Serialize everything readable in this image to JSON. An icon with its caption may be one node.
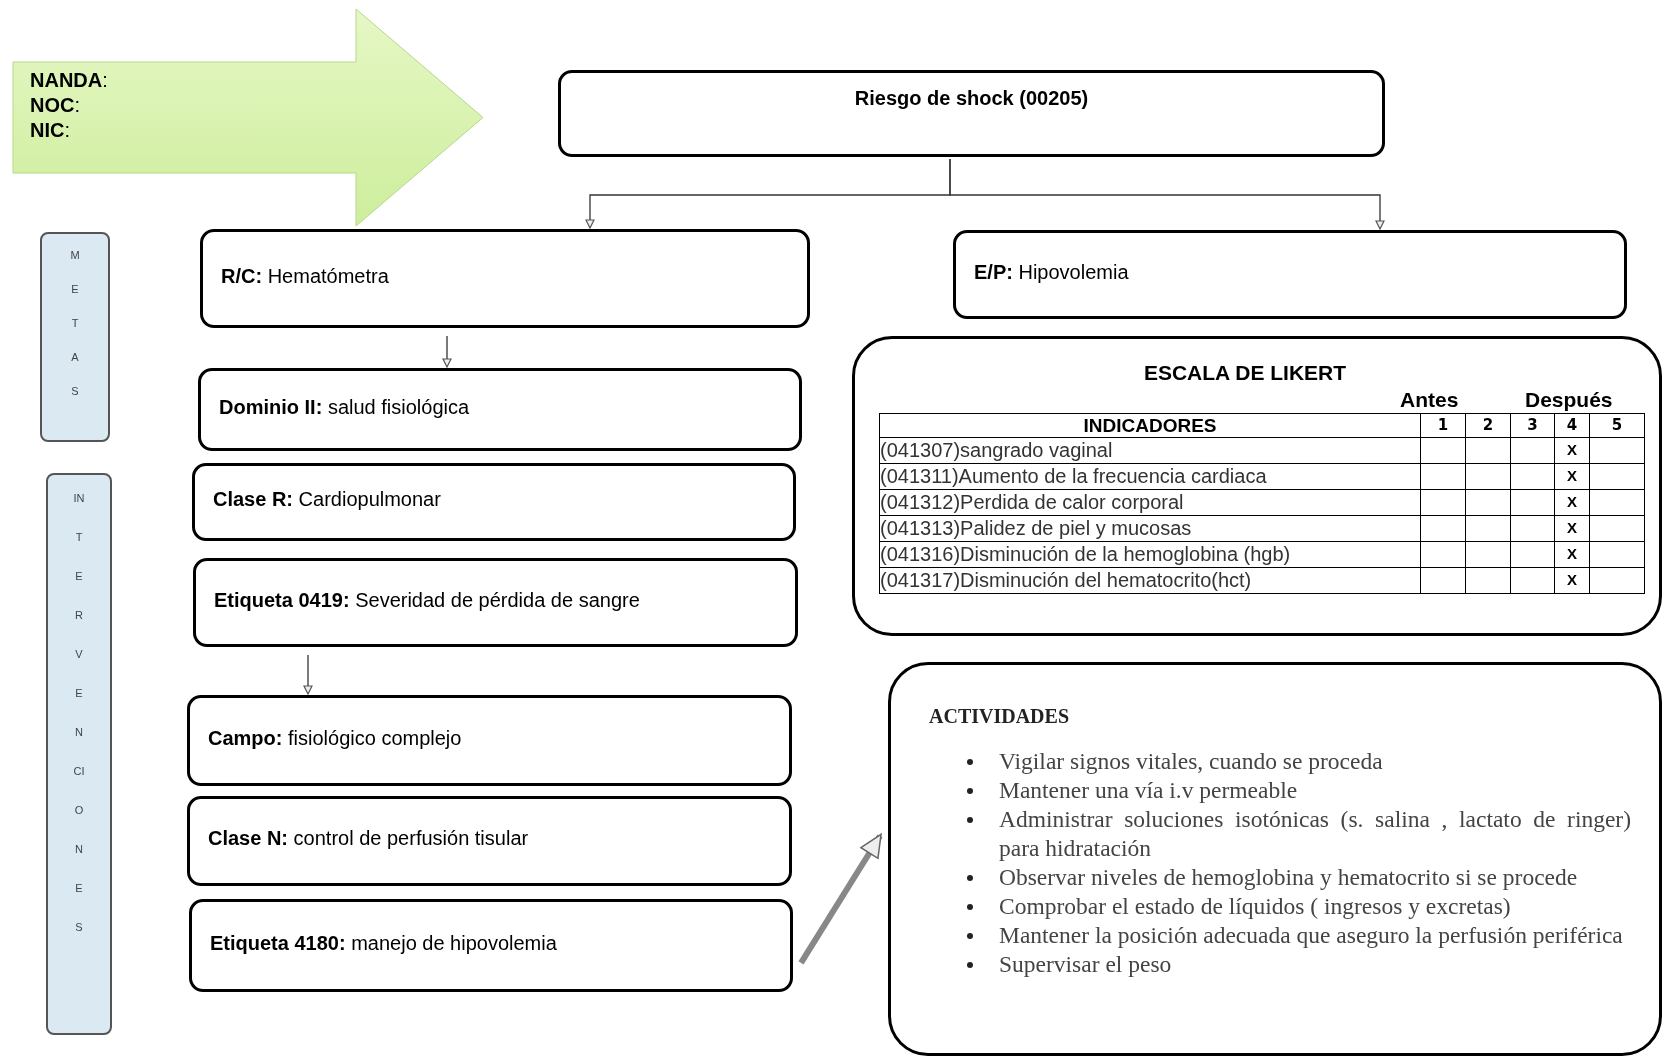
{
  "diagram": {
    "nodes": [
      {
        "text": [
          "**NANDA**:",
          "**NOC**:",
          "**NIC**:"
        ]
      },
      {
        "text": [
          "Riesgo de shock (00205)"
        ]
      },
      {
        "text": [
          "**R/C:** Hematómetra"
        ]
      },
      {
        "text": [
          "**E/P:** Hipovolemia"
        ]
      },
      {
        "text": [
          "**Dominio II:** salud fisiológica"
        ]
      },
      {
        "text": [
          "**Clase R:** Cardiopulmonar"
        ]
      },
      {
        "text": [
          "**Etiqueta 0419:** Severidad de pérdida de sangre"
        ]
      },
      {
        "text": [
          "**Campo:** fisiológico complejo"
        ]
      },
      {
        "text": [
          "**Clase N:** control de perfusión tisular"
        ]
      },
      {
        "text": [
          "**Etiqueta 4180:** manejo de hipovolemia"
        ]
      },
      {
        "text": [
          "ESCALA DE LIKERT"
        ]
      },
      {
        "text": [
          "ACTIVIDADES",
          "Vigilar signos vitales, cuando se proceda",
          "Mantener una vía i.v permeable",
          "Administrar soluciones isotónicas (s. salina , lactato de ringer) para hidratación",
          "Observar niveles de hemoglobina y hematocrito si se procede",
          "Comprobar el estado de líquidos ( ingresos y excretas)",
          "Mantener la posición adecuada que aseguro la perfusión periférica",
          "Supervisar el peso"
        ]
      },
      {
        "text": [
          "METAS"
        ]
      },
      {
        "text": [
          "INTERVENCIONES"
        ]
      }
    ],
    "edges": [
      {
        "from": 1,
        "to": 2,
        "arrow": "to"
      },
      {
        "from": 1,
        "to": 3,
        "arrow": "to"
      },
      {
        "from": 2,
        "to": 4,
        "arrow": "to"
      },
      {
        "from": 6,
        "to": 7,
        "arrow": "to"
      },
      {
        "from": 9,
        "to": 11,
        "arrow": "to",
        "style": "thick"
      }
    ],
    "labels": [
      "Antes",
      "Después",
      "INDICADORES",
      "1",
      "2",
      "3",
      "4",
      "5",
      "(041307)sangrado vaginal",
      "X",
      "(041311)Aumento de la frecuencia cardiaca",
      "X",
      "(041312)Perdida de calor corporal",
      "X",
      "(041313)Palidez de piel y mucosas",
      "X",
      "(041316)Disminución de la hemoglobina (hgb)",
      "X",
      "(041317)Disminución del hematocrito(hct)",
      "X"
    ]
  }
}
